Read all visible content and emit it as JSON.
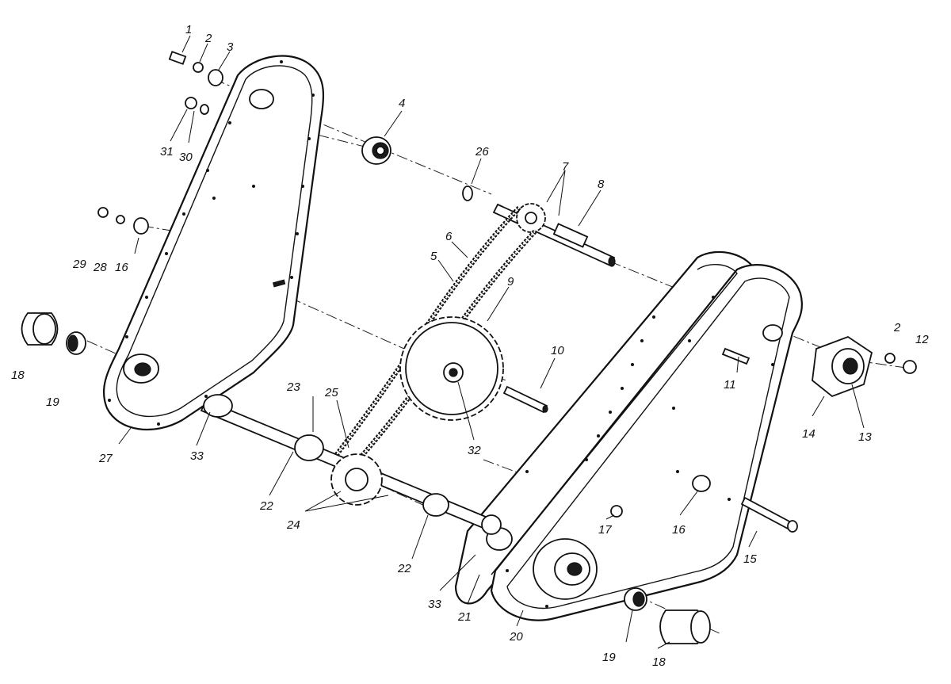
{
  "labels": [
    {
      "id": "part-label-1",
      "text": "1"
    },
    {
      "id": "part-label-2a",
      "text": "2"
    },
    {
      "id": "part-label-3",
      "text": "3"
    },
    {
      "id": "part-label-4",
      "text": "4"
    },
    {
      "id": "part-label-5",
      "text": "5"
    },
    {
      "id": "part-label-6",
      "text": "6"
    },
    {
      "id": "part-label-7",
      "text": "7"
    },
    {
      "id": "part-label-8",
      "text": "8"
    },
    {
      "id": "part-label-9",
      "text": "9"
    },
    {
      "id": "part-label-10",
      "text": "10"
    },
    {
      "id": "part-label-11",
      "text": "11"
    },
    {
      "id": "part-label-2b",
      "text": "2"
    },
    {
      "id": "part-label-12",
      "text": "12"
    },
    {
      "id": "part-label-13",
      "text": "13"
    },
    {
      "id": "part-label-14",
      "text": "14"
    },
    {
      "id": "part-label-15",
      "text": "15"
    },
    {
      "id": "part-label-16a",
      "text": "16"
    },
    {
      "id": "part-label-16b",
      "text": "16"
    },
    {
      "id": "part-label-17",
      "text": "17"
    },
    {
      "id": "part-label-18a",
      "text": "18"
    },
    {
      "id": "part-label-18b",
      "text": "18"
    },
    {
      "id": "part-label-19a",
      "text": "19"
    },
    {
      "id": "part-label-19b",
      "text": "19"
    },
    {
      "id": "part-label-20",
      "text": "20"
    },
    {
      "id": "part-label-21",
      "text": "21"
    },
    {
      "id": "part-label-22a",
      "text": "22"
    },
    {
      "id": "part-label-22b",
      "text": "22"
    },
    {
      "id": "part-label-23",
      "text": "23"
    },
    {
      "id": "part-label-24",
      "text": "24"
    },
    {
      "id": "part-label-25",
      "text": "25"
    },
    {
      "id": "part-label-26",
      "text": "26"
    },
    {
      "id": "part-label-27",
      "text": "27"
    },
    {
      "id": "part-label-28",
      "text": "28"
    },
    {
      "id": "part-label-29",
      "text": "29"
    },
    {
      "id": "part-label-30",
      "text": "30"
    },
    {
      "id": "part-label-31",
      "text": "31"
    },
    {
      "id": "part-label-32",
      "text": "32"
    },
    {
      "id": "part-label-33a",
      "text": "33"
    },
    {
      "id": "part-label-33b",
      "text": "33"
    }
  ]
}
